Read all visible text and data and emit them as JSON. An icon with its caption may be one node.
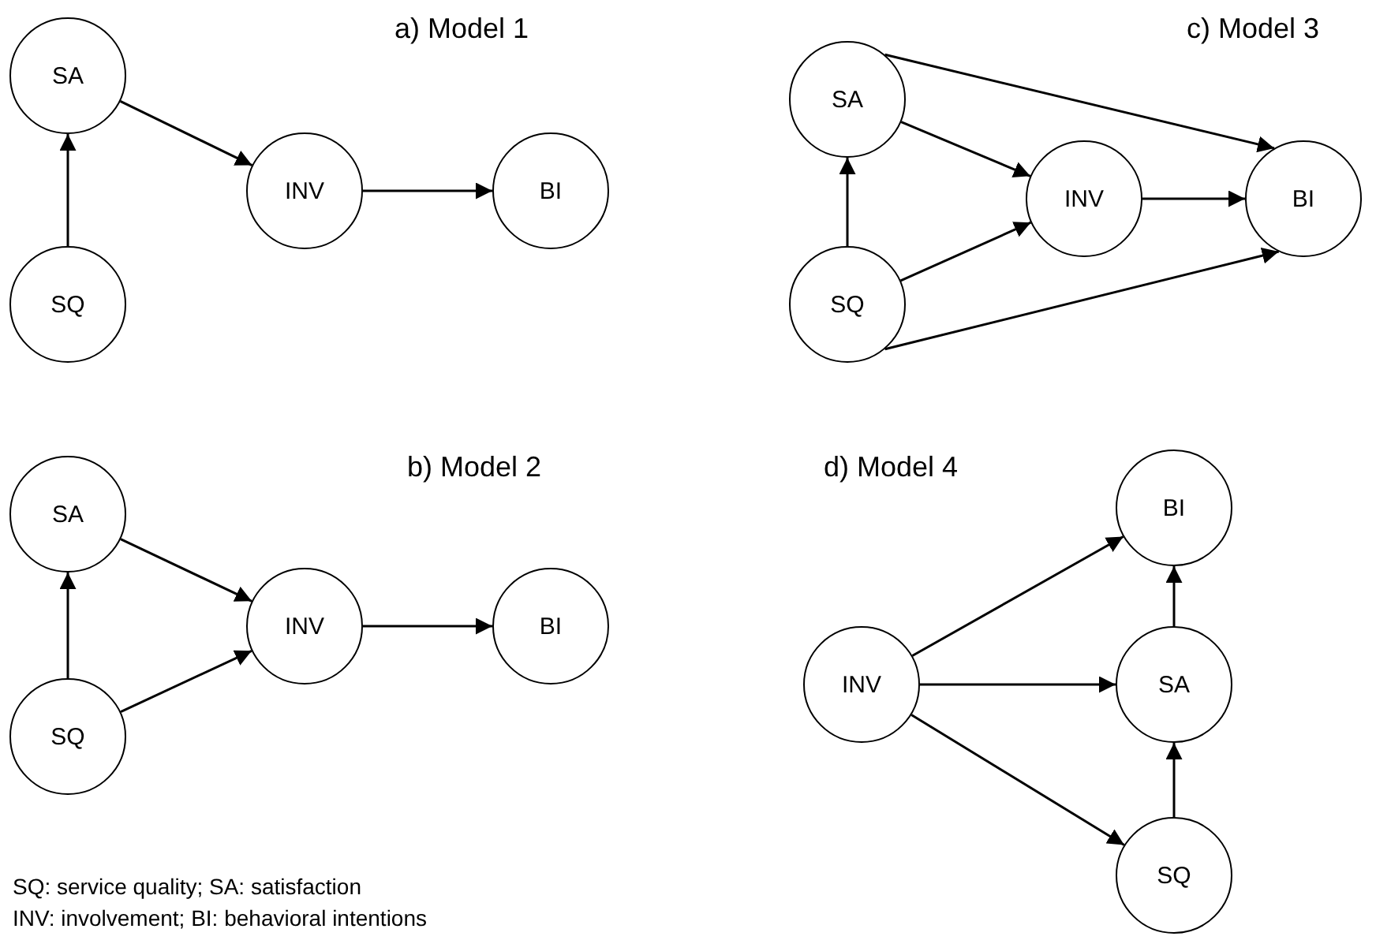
{
  "diagram": {
    "nodes": [
      {
        "text": [
          "SA"
        ]
      },
      {
        "text": [
          "SQ"
        ]
      },
      {
        "text": [
          "INV"
        ]
      },
      {
        "text": [
          "BI"
        ]
      },
      {
        "text": [
          "SA"
        ]
      },
      {
        "text": [
          "SQ"
        ]
      },
      {
        "text": [
          "INV"
        ]
      },
      {
        "text": [
          "BI"
        ]
      },
      {
        "text": [
          "SA"
        ]
      },
      {
        "text": [
          "SQ"
        ]
      },
      {
        "text": [
          "INV"
        ]
      },
      {
        "text": [
          "BI"
        ]
      },
      {
        "text": [
          "BI"
        ]
      },
      {
        "text": [
          "INV"
        ]
      },
      {
        "text": [
          "SA"
        ]
      },
      {
        "text": [
          "SQ"
        ]
      }
    ],
    "edges": [
      {
        "from": 1,
        "to": 0,
        "arrow": "to"
      },
      {
        "from": 0,
        "to": 2,
        "arrow": "to"
      },
      {
        "from": 2,
        "to": 3,
        "arrow": "to"
      },
      {
        "from": 5,
        "to": 4,
        "arrow": "to"
      },
      {
        "from": 4,
        "to": 6,
        "arrow": "to"
      },
      {
        "from": 5,
        "to": 6,
        "arrow": "to"
      },
      {
        "from": 6,
        "to": 7,
        "arrow": "to"
      },
      {
        "from": 4,
        "to": 7,
        "arrow": "to"
      },
      {
        "from": 5,
        "to": 7,
        "arrow": "to"
      },
      {
        "from": 9,
        "to": 8,
        "arrow": "to"
      },
      {
        "from": 8,
        "to": 10,
        "arrow": "to"
      },
      {
        "from": 9,
        "to": 10,
        "arrow": "to"
      },
      {
        "from": 10,
        "to": 11,
        "arrow": "to"
      },
      {
        "from": 13,
        "to": 12,
        "arrow": "to"
      },
      {
        "from": 13,
        "to": 14,
        "arrow": "to"
      },
      {
        "from": 13,
        "to": 15,
        "arrow": "to"
      },
      {
        "from": 15,
        "to": 14,
        "arrow": "to"
      },
      {
        "from": 14,
        "to": 12,
        "arrow": "to"
      }
    ],
    "labels": [
      "a) Model 1",
      "c) Model 3",
      "b) Model 2",
      "d) Model 4",
      "SQ: service quality; SA: satisfaction",
      "INV: involvement; BI: behavioral intentions"
    ]
  }
}
